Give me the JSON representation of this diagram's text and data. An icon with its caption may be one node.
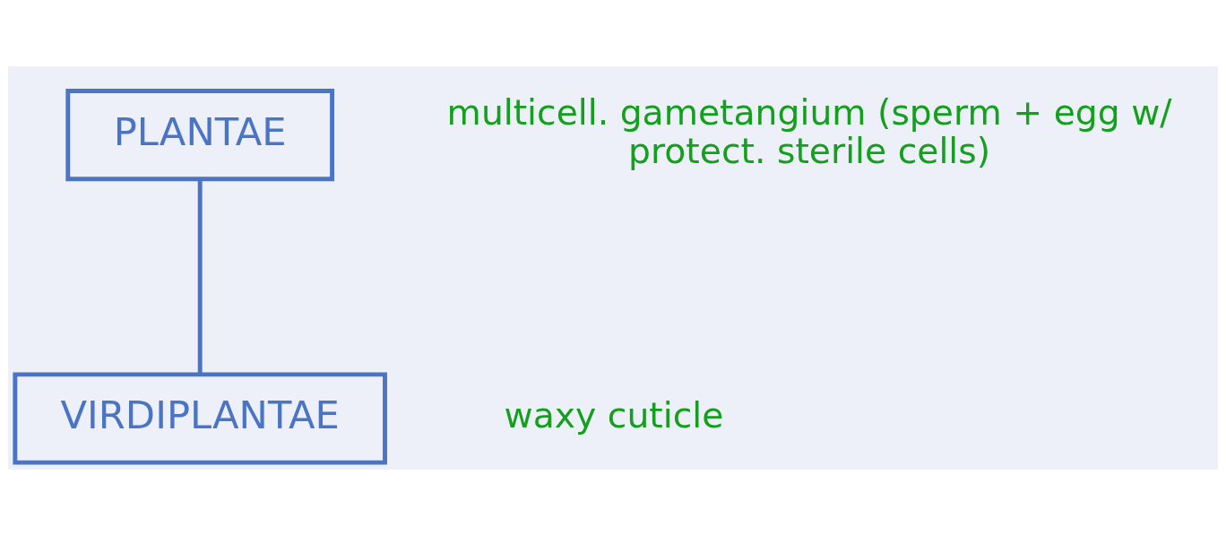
{
  "diagram": {
    "nodes": [
      {
        "text": [
          "PLANTAE"
        ]
      },
      {
        "text": [
          "VIRDIPLANTAE"
        ]
      }
    ],
    "edges": [
      {
        "from": 1,
        "to": 0,
        "arrow": "none"
      }
    ],
    "labels": [
      "multicell. gametangium (sperm + egg w/ protect. sterile cells)",
      "waxy cuticle"
    ]
  }
}
